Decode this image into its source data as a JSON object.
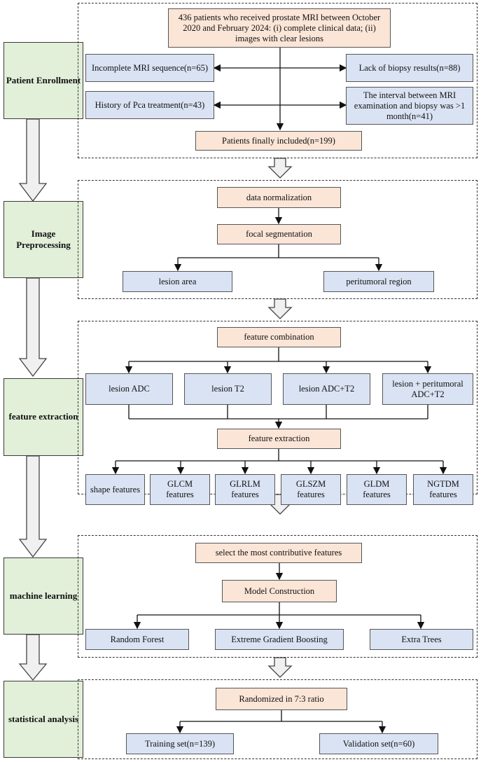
{
  "stages": {
    "enrollment": "Patient Enrollment",
    "preprocessing": "Image Preprocessing",
    "extraction": "feature extraction",
    "learning": "machine learning",
    "statistics": "statistical analysis"
  },
  "enrollment": {
    "initial": "436 patients who received prostate MRI between October 2020 and February 2024: (i) complete clinical data; (ii) images with clear lesions",
    "exclusion_1": "Incomplete MRI sequence(n=65)",
    "exclusion_2": "Lack of biopsy results(n=88)",
    "exclusion_3": "History of Pca treatment(n=43)",
    "exclusion_4": "The interval between MRI examination and biopsy was >1 month(n=41)",
    "included": "Patients finally included(n=199)"
  },
  "preprocessing": {
    "normalization": "data normalization",
    "segmentation": "focal segmentation",
    "lesion_area": "lesion area",
    "peritumoral": "peritumoral region"
  },
  "extraction": {
    "combination": "feature combination",
    "combo_1": "lesion ADC",
    "combo_2": "lesion T2",
    "combo_3": "lesion ADC+T2",
    "combo_4": "lesion + peritumoral ADC+T2",
    "feature_extraction": "feature extraction",
    "features": [
      "shape features",
      "GLCM features",
      "GLRLM features",
      "GLSZM features",
      "GLDM features",
      "NGTDM features"
    ]
  },
  "learning": {
    "select": "select the most contributive features",
    "construction": "Model Construction",
    "models": [
      "Random Forest",
      "Extreme Gradient Boosting",
      "Extra Trees"
    ]
  },
  "statistics": {
    "randomized": "Randomized in 7:3 ratio",
    "training": "Training set(n=139)",
    "validation": "Validation set(n=60)"
  }
}
